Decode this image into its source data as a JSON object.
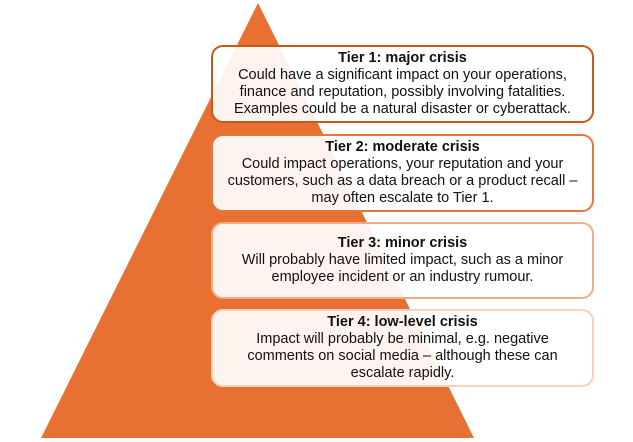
{
  "diagram": {
    "type": "pyramid",
    "colors": {
      "pyramid_fill": "#E87033",
      "box_fill": "#FDF1EB",
      "tier_borders": [
        "#C65A1E",
        "#E2783A",
        "#F0AE88",
        "#F7D1BC"
      ]
    },
    "tiers": [
      {
        "title": "Tier 1: major crisis",
        "lines": [
          "Could have a significant impact on your operations,",
          "finance and reputation, possibly involving fatalities.",
          "Examples could be a natural disaster or cyberattack."
        ]
      },
      {
        "title": "Tier 2: moderate crisis",
        "lines": [
          "Could impact operations, your reputation and your",
          "customers, such as a data breach or a product recall –",
          "may often escalate to Tier 1."
        ]
      },
      {
        "title": "Tier 3: minor crisis",
        "lines": [
          "Will probably have limited impact, such as a minor",
          "employee incident or an industry rumour."
        ]
      },
      {
        "title": "Tier 4: low-level crisis",
        "lines": [
          "Impact will probably be minimal, e.g. negative",
          "comments on social media – although these can",
          "escalate rapidly."
        ]
      }
    ]
  }
}
